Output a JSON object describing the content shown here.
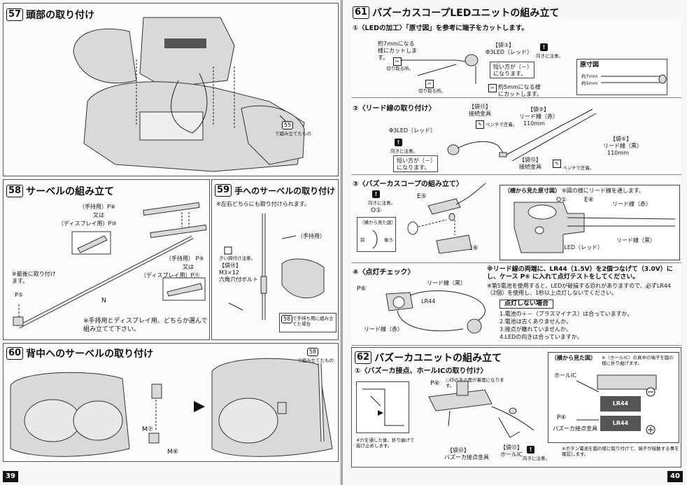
{
  "left_page": {
    "page_number": "39",
    "step57": {
      "num": "57",
      "title": "頭部の取り付け",
      "ref_num": "55",
      "ref_text": "で組み立てたもの"
    },
    "step58": {
      "num": "58",
      "title": "サーベルの組み立て",
      "label_p8": "（手持用）P⑧",
      "label_or1": "又は",
      "label_p10": "（ディスプレイ用）P⑩",
      "label_p9": "（手持用） P⑨",
      "label_or2": "又は",
      "label_p11": "（ディスプレイ用）P⑪",
      "label_last": "※最後に取り付けます。",
      "label_p5": "P⑤",
      "label_n": "N",
      "note": "※手持用とディスプレイ用、どちらか選んで組み立てて下さい。"
    },
    "step59": {
      "num": "59",
      "title": "手へのサーベルの取り付け",
      "note": "※左右どちらにも取り付けられます。",
      "label_hand": "（手持用）",
      "bag_label": "【袋⑲】",
      "screw_label": "M3×12",
      "screw_name": "六角穴付ボルト",
      "wrench_label": "きい締付け注意。",
      "ref_num": "58",
      "ref_text": "で手持ち用に組み立てた場合"
    },
    "step60": {
      "num": "60",
      "title": "背中へのサーベルの取り付け",
      "label_m7": "M⑦",
      "label_m6": "M⑥",
      "ref_num": "58",
      "ref_text": "で組み立てたもの"
    }
  },
  "right_page": {
    "page_number": "40",
    "step61": {
      "num": "61",
      "title": "バズーカスコープLEDユニットの組み立て",
      "sub1": "①〈LEDの加工〉「原寸図」を参考に端子をカットします。",
      "sub1_cut_long": "約7mmになる様にカットします。",
      "sub1_cut_short": "約5mmになる様にカットします。",
      "sub1_short_side": "短い方が（－）になります。",
      "sub1_cut_note": "切り取る所。",
      "sub1_bag": "【袋③】",
      "sub1_led": "Φ3LED（レッド）",
      "sub1_led_warn": "向きに注意。",
      "ruler_title": "原寸図",
      "ruler_7mm": "約7mm",
      "ruler_5mm": "約5mm",
      "sub2": "②〈リード線の取り付け〉",
      "sub2_bag13": "【袋⑬】",
      "sub2_conn": "接続金具",
      "sub2_bag5": "【袋⑤】",
      "sub2_red": "リード線（赤）",
      "sub2_red_len": "110mm",
      "sub2_bag6": "【袋⑥】",
      "sub2_black": "リード線（黒）",
      "sub2_black_len": "110mm",
      "sub2_led": "Φ3LED（レッド）",
      "sub2_led_warn": "向きに注意。",
      "sub2_short": "短い方が（－）になります。",
      "sub2_pliers": "ペンチで圧着。",
      "sub3": "③〈バズーカスコープの組み立て〉",
      "sub3_o1": "O①",
      "sub3_e5": "E⑤",
      "sub3_e6": "E⑥",
      "sub3_side_label": "（横から見た図）",
      "sub3_front": "前",
      "sub3_back": "後ろ",
      "sub3_warn": "向きに注意。",
      "sub3_side_title": "（横から見た原寸図）",
      "sub3_side_note": "※図の様にリード線を通します。",
      "sub3_o1b": "O①",
      "sub3_e6b": "E⑥",
      "sub3_red": "リード線（赤）",
      "sub3_black": "リード線（黒）",
      "sub3_led": "Φ3LED（レッド）",
      "sub4": "④〈点灯チェック〉",
      "sub4_note1": "※リード線の両端に、LR44（1.5V）を2個つなげて（3.0V）にし、ケース P⑥ に入れて点灯テストをしてください。",
      "sub4_note2": "※第5電池を使用すると、LEDが破損する恐れがありますので、必ずLR44（2個）を使用し、1秒以上点灯しないでください。",
      "sub4_p6": "P⑥",
      "sub4_lr44": "LR44",
      "sub4_black": "リード線（黒）",
      "sub4_red": "リード線（赤）",
      "fail_title": "点灯しない場合",
      "fail_items": [
        "1.電池の＋－（プラスマイナス）は合っていますか。",
        "2.電池は古くありませんか。",
        "3.接点が離れていませんか。",
        "4.LEDの向きは合っていますか。"
      ]
    },
    "step62": {
      "num": "62",
      "title": "バズーカユニットの組み立て",
      "sub1": "①〈バズーカ接点、ホールICの取り付け〉",
      "label_p4": "P④",
      "label_mark": "○印のある面が裏面になります。",
      "bag13": "【袋⑬】",
      "contact": "バズーカ接点金具",
      "bag12": "【袋⑫】",
      "hall": "ホールIC",
      "hall_warn": "向きに注意。",
      "side_title": "（横から見た図）",
      "side_note": "※〈ホールIC〉の真中の端子を図の様に折り曲げます。",
      "side_hall": "ホールIC",
      "side_p4": "P④",
      "side_contact": "バズーカ接点金具",
      "battery1": "LR44",
      "battery2": "LR44",
      "note_hole": "※穴を通した後、折り曲げて抜け止めします。",
      "note_button": "※ボタン電池を図の様に取り付けて、端子が接触する事を確認します。"
    }
  },
  "colors": {
    "paper": "#f7f7f5",
    "ink": "#111111",
    "panel": "#fbfbfa"
  }
}
